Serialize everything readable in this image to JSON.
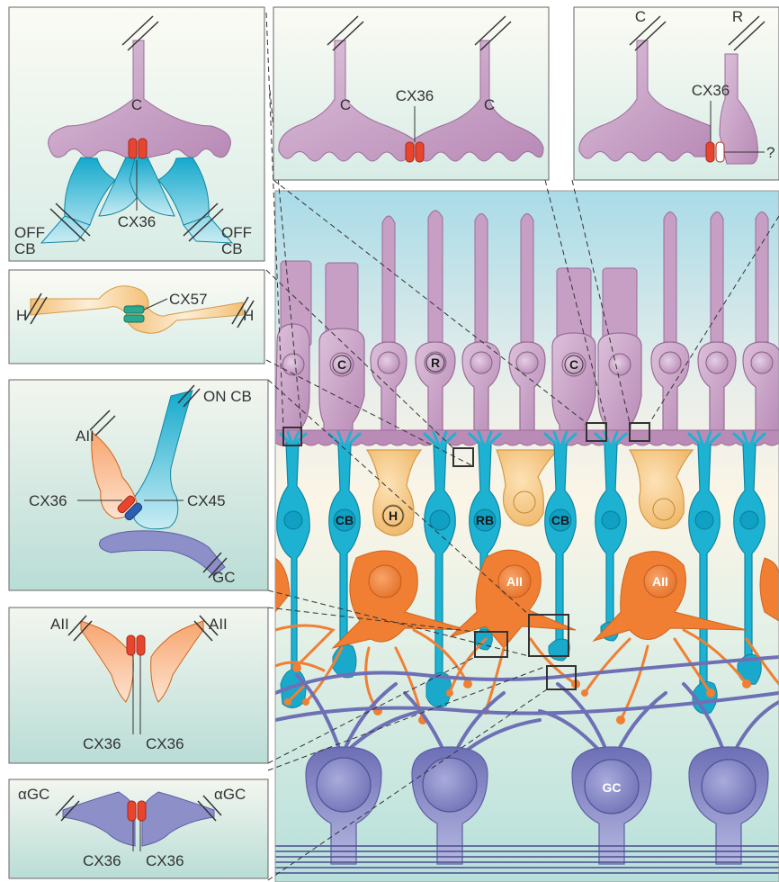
{
  "insets": {
    "cone_offcb": {
      "cone": "C",
      "junction": "CX36",
      "left_cell": "OFF\nCB",
      "right_cell": "OFF\nCB"
    },
    "cone_cone": {
      "left_cone": "C",
      "right_cone": "C",
      "junction": "CX36"
    },
    "cone_rod": {
      "cone": "C",
      "rod": "R",
      "junction": "CX36",
      "unknown_partner": "?"
    },
    "horizontal": {
      "left_cell": "H",
      "right_cell": "H",
      "junction": "CX57"
    },
    "aii_oncb": {
      "aii": "AII",
      "on_cb": "ON CB",
      "gc": "GC",
      "junction_aii": "CX36",
      "junction_cb": "CX45"
    },
    "aii_aii": {
      "left": "AII",
      "right": "AII",
      "junction_left": "CX36",
      "junction_right": "CX36"
    },
    "gc_gc": {
      "left": "αGC",
      "right": "αGC",
      "junction_left": "CX36",
      "junction_right": "CX36"
    }
  },
  "retina": {
    "cone": "C",
    "rod": "R",
    "cone_bipolar": "CB",
    "horizontal": "H",
    "rod_bipolar": "RB",
    "amacrine_aii": "AII",
    "ganglion": "GC"
  },
  "colors": {
    "photoreceptor": "#c9a4c8",
    "bipolar": "#1fb6d4",
    "horizontal": "#f3c98c",
    "amacrine": "#f08a3c",
    "ganglion": "#8d8fc8",
    "connexin": "#e8452e",
    "connexin57": "#2aa890"
  }
}
